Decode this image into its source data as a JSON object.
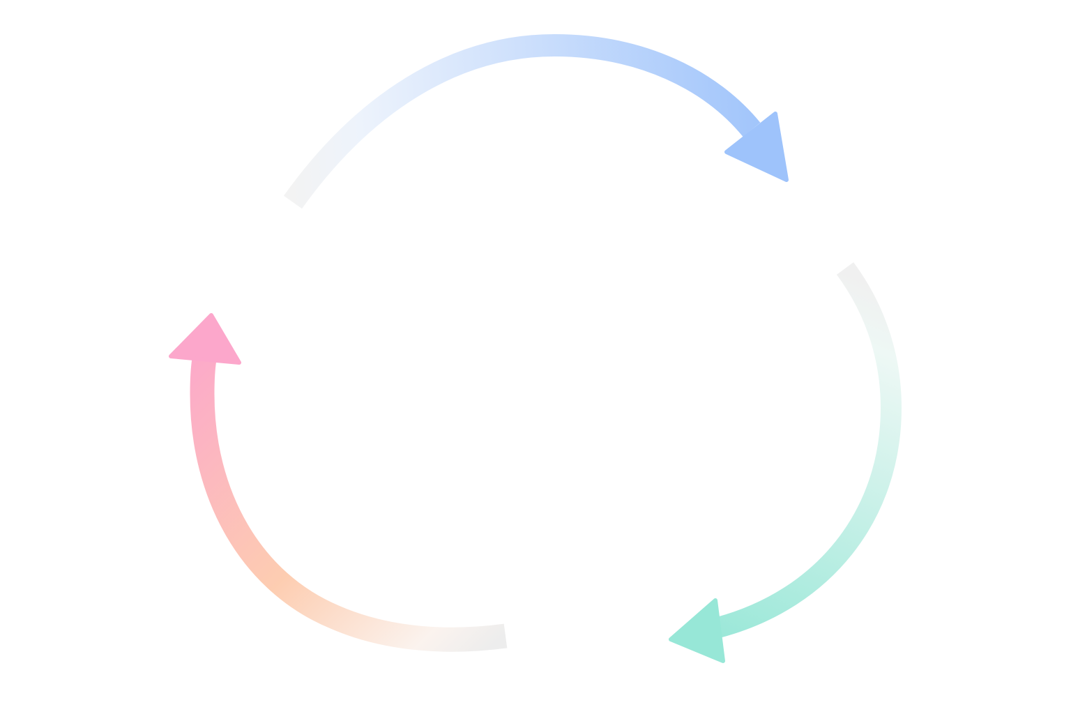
{
  "diagram": {
    "type": "cycle",
    "arrows": [
      {
        "name": "top-arrow",
        "color_start": "#f5f6f7",
        "color_end": "#9ec3fb"
      },
      {
        "name": "right-arrow",
        "color_start": "#f6f7f7",
        "color_end": "#97e7d7"
      },
      {
        "name": "left-arrow",
        "color_start": "#f8f5f3",
        "color_end": "#fca7cb"
      }
    ],
    "background": "#ffffff"
  }
}
